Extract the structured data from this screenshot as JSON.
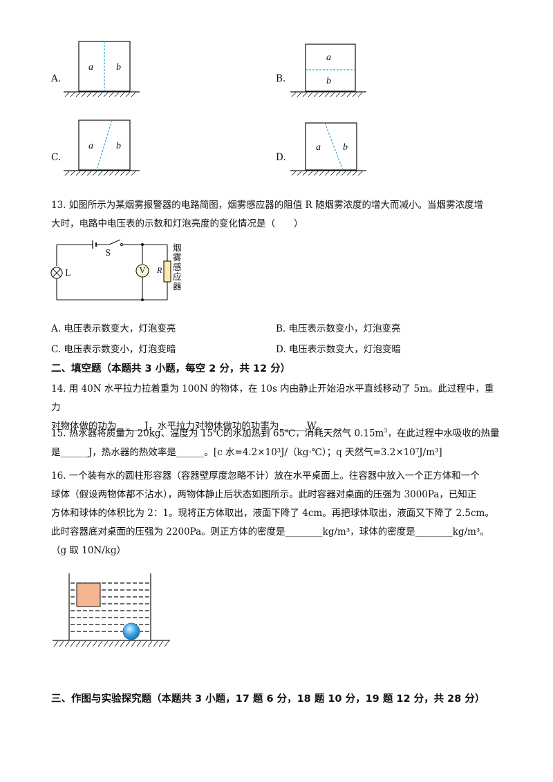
{
  "q12": {
    "options": [
      {
        "letter": "A.",
        "a": "a",
        "b": "b"
      },
      {
        "letter": "B.",
        "a": "a",
        "b": "b"
      },
      {
        "letter": "C.",
        "a": "a",
        "b": "b"
      },
      {
        "letter": "D.",
        "a": "a",
        "b": "b"
      }
    ]
  },
  "q13": {
    "line1": "13. 如图所示为某烟雾报警器的电路简图，烟雾感应器的阻值 R 随烟雾浓度的增大而减小。当烟雾浓度增",
    "line2": "大时，电路中电压表的示数和灯泡亮度的变化情况是（　　）",
    "circuit": {
      "switch": "S",
      "lamp": "L",
      "voltmeter": "V",
      "resistor": "R",
      "sensor": "烟雾感应器"
    },
    "options": [
      "A. 电压表示数变大，灯泡变亮",
      "B. 电压表示数变小，灯泡变亮",
      "C. 电压表示数变小，灯泡变暗",
      "D. 电压表示数变大，灯泡变暗"
    ]
  },
  "section2": {
    "title": "二、填空题（本题共 3 小题，每空 2 分，共 12 分）"
  },
  "q14": {
    "line1": "14. 用 40N 水平拉力拉着重为 100N 的物体，在 10s 内由静止开始沿水平直线移动了 5m。此过程中，重力",
    "line2": "对物体做的功为______J，水平拉力对物体做功的功率为______W。"
  },
  "q15": {
    "line1a": "15. 热水器将质量为 20kg、温度为 15℃的水加热到 65℃，消耗天然气 0.15m",
    "line1sup": "3",
    "line1b": "，在此过程中水吸收的热量",
    "line2": "是______J，热水器的热效率是______。[c 水=4.2×10³J/（kg·℃）；q 天然气=3.2×10⁷J/m³]"
  },
  "q16": {
    "line1": "16. 一个装有水的圆柱形容器（容器壁厚度忽略不计）放在水平桌面上。往容器中放入一个正方体和一个",
    "line2": "球体（假设两物体都不沾水），两物体静止后状态如图所示。此时容器对桌面的压强为 3000Pa，已知正",
    "line3": "方体和球体的体积比为 2：1。现将正方体取出，液面下降了 4cm。再把球体取出，液面又下降了 2.5cm。",
    "line4": "此时容器底对桌面的压强为 2200Pa。则正方体的密度是________kg/m³，球体的密度是________kg/m³。",
    "line5": "（g 取 10N/kg）"
  },
  "section3": {
    "title": "三、作图与实验探究题（本题共 3 小题，17 题 6 分，18 题 10 分，19 题 12 分，共 28 分）"
  },
  "colors": {
    "dash": "#29a9e0",
    "cube": "#f5b591",
    "sphere": "#3aa3e3"
  }
}
